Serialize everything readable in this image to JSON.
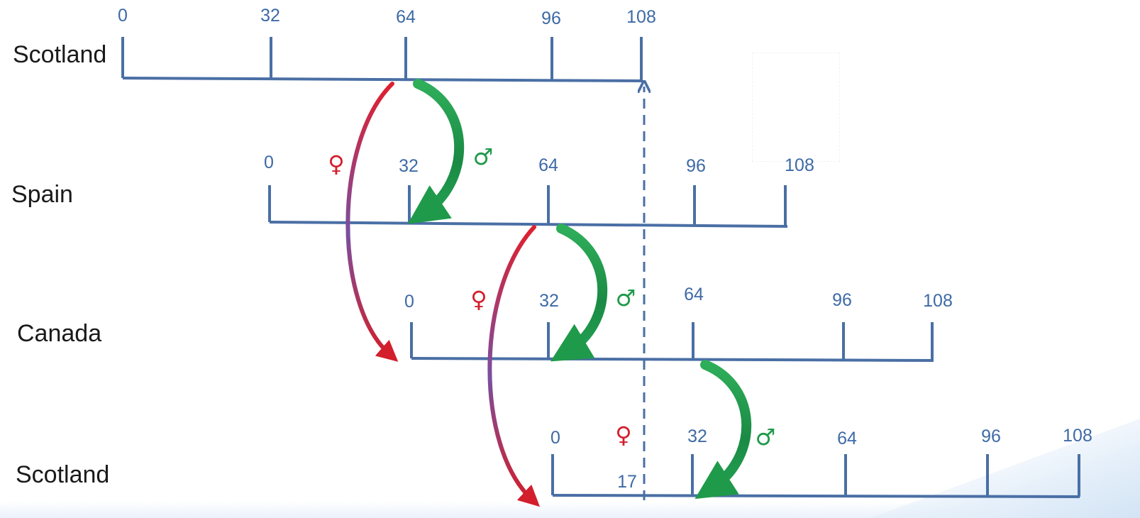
{
  "diagram": {
    "rows": [
      {
        "label": "Scotland",
        "ticks": [
          "0",
          "32",
          "64",
          "96",
          "108"
        ]
      },
      {
        "label": "Spain",
        "ticks": [
          "0",
          "32",
          "64",
          "96",
          "108"
        ]
      },
      {
        "label": "Canada",
        "ticks": [
          "0",
          "32",
          "64",
          "96",
          "108"
        ]
      },
      {
        "label": "Scotland",
        "ticks": [
          "0",
          "32",
          "64",
          "96",
          "108"
        ]
      }
    ],
    "female_symbol": "♀",
    "male_symbol": "♂",
    "marker_label": "17",
    "colors": {
      "axis": "#4a6fa5",
      "tick_text": "#3e6aa6",
      "female_arrow": "#d21f2b",
      "male_arrow": "#1f9a4a"
    }
  }
}
